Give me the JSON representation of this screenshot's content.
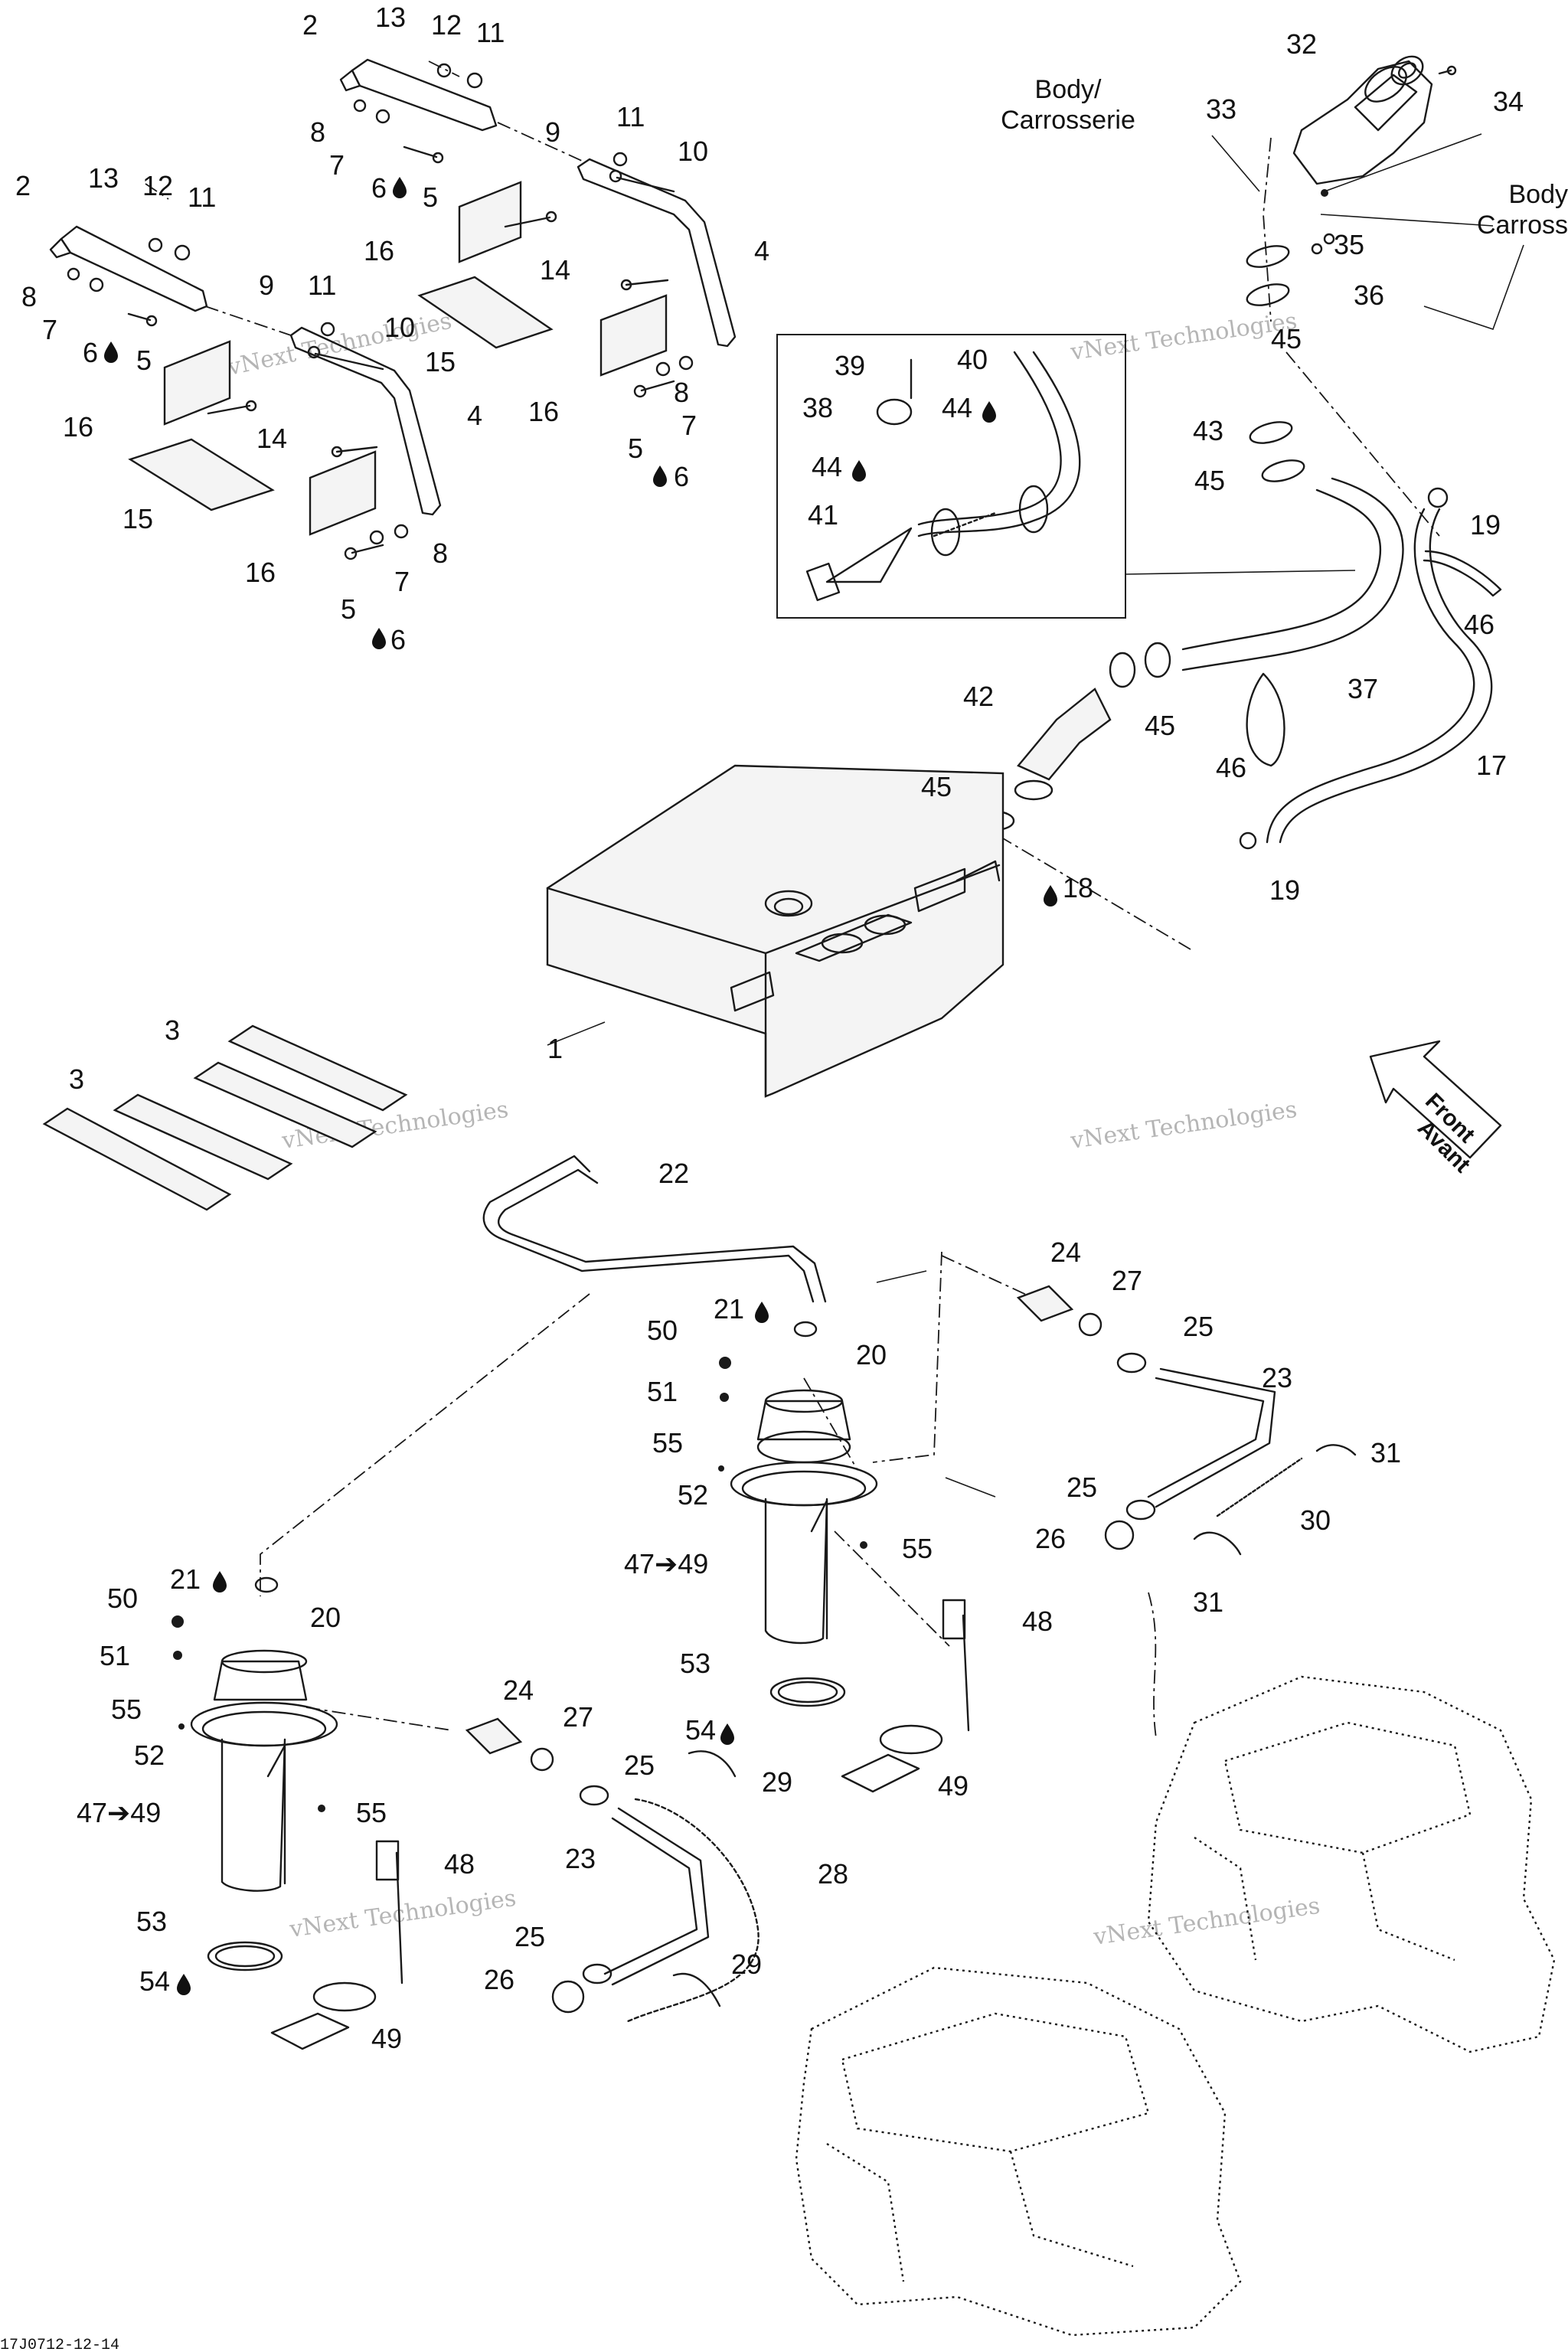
{
  "labels": {
    "body_label_1": "Body/",
    "body_label_2": "Carrosserie",
    "body_label_right_1": "Body",
    "body_label_right_2": "Carross",
    "front_1": "Front",
    "front_2": "Avant",
    "drawing_code": "17J0712-12-14"
  },
  "watermark": {
    "text": "vNext Technologies"
  },
  "callouts": {
    "c1": "1",
    "c2": "2",
    "c3": "3",
    "c4": "4",
    "c5": "5",
    "c6": "6",
    "c7": "7",
    "c8": "8",
    "c9": "9",
    "c10": "10",
    "c11": "11",
    "c12": "12",
    "c13": "13",
    "c14": "14",
    "c15": "15",
    "c16": "16",
    "c17": "17",
    "c18": "18",
    "c19": "19",
    "c20": "20",
    "c21": "21",
    "c22": "22",
    "c23": "23",
    "c24": "24",
    "c25": "25",
    "c26": "26",
    "c27": "27",
    "c28": "28",
    "c29": "29",
    "c30": "30",
    "c31": "31",
    "c32": "32",
    "c33": "33",
    "c34": "34",
    "c35": "35",
    "c36": "36",
    "c37": "37",
    "c38": "38",
    "c39": "39",
    "c40": "40",
    "c41": "41",
    "c42": "42",
    "c43": "43",
    "c44": "44",
    "c45": "45",
    "c46": "46",
    "c47_49": "47➔49",
    "c48": "48",
    "c49": "49",
    "c50": "50",
    "c51": "51",
    "c52": "52",
    "c53": "53",
    "c54": "54",
    "c55": "55"
  }
}
